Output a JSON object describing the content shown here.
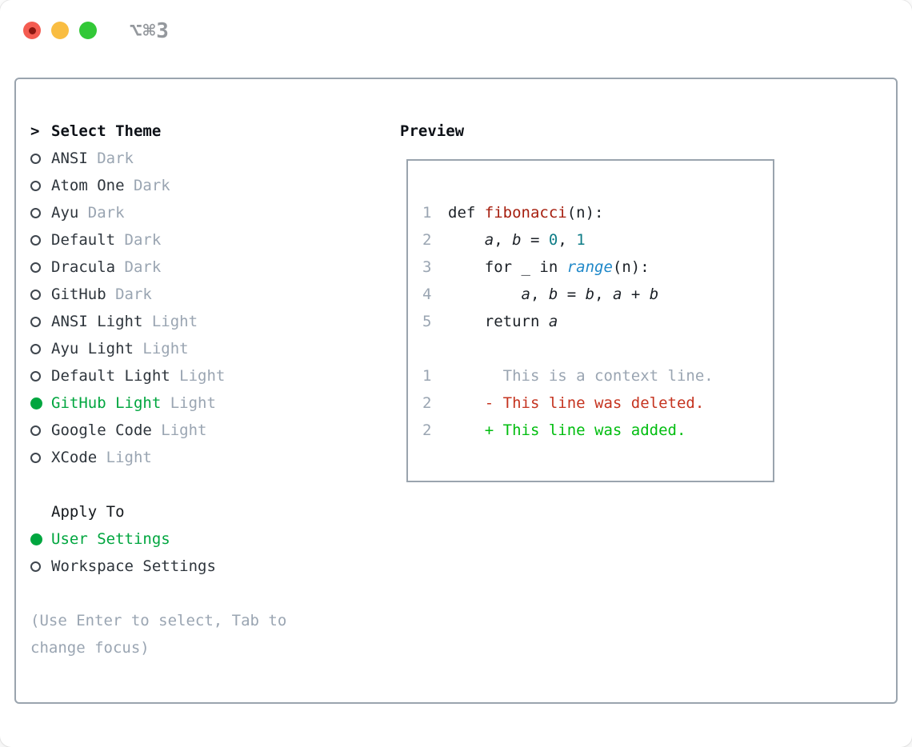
{
  "window": {
    "title": "⌥⌘3",
    "controls": [
      {
        "name": "close-button",
        "color": "#f45c51",
        "has_inner_dot": true,
        "dot_color": "#8c1710"
      },
      {
        "name": "minimize-button",
        "color": "#f9bd42",
        "has_inner_dot": false
      },
      {
        "name": "zoom-button",
        "color": "#32c837",
        "has_inner_dot": false
      }
    ]
  },
  "theme_picker": {
    "header": {
      "prefix": ">",
      "label": "Select Theme"
    },
    "items": [
      {
        "label": "ANSI",
        "variant": "Dark",
        "selected": false
      },
      {
        "label": "Atom One",
        "variant": "Dark",
        "selected": false
      },
      {
        "label": "Ayu",
        "variant": "Dark",
        "selected": false
      },
      {
        "label": "Default",
        "variant": "Dark",
        "selected": false
      },
      {
        "label": "Dracula",
        "variant": "Dark",
        "selected": false
      },
      {
        "label": "GitHub",
        "variant": "Dark",
        "selected": false
      },
      {
        "label": "ANSI Light",
        "variant": "Light",
        "selected": false
      },
      {
        "label": "Ayu Light",
        "variant": "Light",
        "selected": false
      },
      {
        "label": "Default Light",
        "variant": "Light",
        "selected": false
      },
      {
        "label": "GitHub Light",
        "variant": "Light",
        "selected": true
      },
      {
        "label": "Google Code",
        "variant": "Light",
        "selected": false
      },
      {
        "label": "XCode",
        "variant": "Light",
        "selected": false
      }
    ],
    "apply_to": {
      "label": "Apply To",
      "options": [
        {
          "label": "User Settings",
          "selected": true
        },
        {
          "label": "Workspace Settings",
          "selected": false
        }
      ]
    },
    "hint_lines": [
      "(Use Enter to select, Tab to",
      "change focus)"
    ]
  },
  "preview": {
    "label": "Preview",
    "code_lines": [
      {
        "num": "1",
        "tokens": [
          {
            "t": "def ",
            "c": "code"
          },
          {
            "t": "fibonacci",
            "c": "func"
          },
          {
            "t": "(n):",
            "c": "code"
          }
        ]
      },
      {
        "num": "2",
        "tokens": [
          {
            "t": "    ",
            "c": "code"
          },
          {
            "t": "a",
            "c": "var"
          },
          {
            "t": ", ",
            "c": "code"
          },
          {
            "t": "b",
            "c": "var"
          },
          {
            "t": " = ",
            "c": "code"
          },
          {
            "t": "0",
            "c": "number"
          },
          {
            "t": ", ",
            "c": "code"
          },
          {
            "t": "1",
            "c": "number"
          }
        ]
      },
      {
        "num": "3",
        "tokens": [
          {
            "t": "    for _ in ",
            "c": "code"
          },
          {
            "t": "range",
            "c": "builtin"
          },
          {
            "t": "(n):",
            "c": "code"
          }
        ]
      },
      {
        "num": "4",
        "tokens": [
          {
            "t": "        ",
            "c": "code"
          },
          {
            "t": "a",
            "c": "var"
          },
          {
            "t": ", ",
            "c": "code"
          },
          {
            "t": "b",
            "c": "var"
          },
          {
            "t": " = ",
            "c": "code"
          },
          {
            "t": "b",
            "c": "var"
          },
          {
            "t": ", ",
            "c": "code"
          },
          {
            "t": "a",
            "c": "var"
          },
          {
            "t": " + ",
            "c": "code"
          },
          {
            "t": "b",
            "c": "var"
          }
        ]
      },
      {
        "num": "5",
        "tokens": [
          {
            "t": "    return ",
            "c": "code"
          },
          {
            "t": "a",
            "c": "var"
          }
        ]
      }
    ],
    "diff_lines": [
      {
        "num": "1",
        "text": "      This is a context line.",
        "type": "context"
      },
      {
        "num": "2",
        "text": "    - This line was deleted.",
        "type": "deleted"
      },
      {
        "num": "2",
        "text": "    + This line was added.",
        "type": "added"
      }
    ]
  },
  "colors": {
    "panel_border": "#9aa4ae",
    "text_dark": "#2e353c",
    "text_muted": "#9aa5b2",
    "selection_green": "#00a63f",
    "added_green": "#00bd0f",
    "deleted_red": "#c53420",
    "function_red": "#a61e0e",
    "number_teal": "#0f7d87",
    "builtin_blue": "#1f88c9",
    "title_gray": "#94989d"
  }
}
